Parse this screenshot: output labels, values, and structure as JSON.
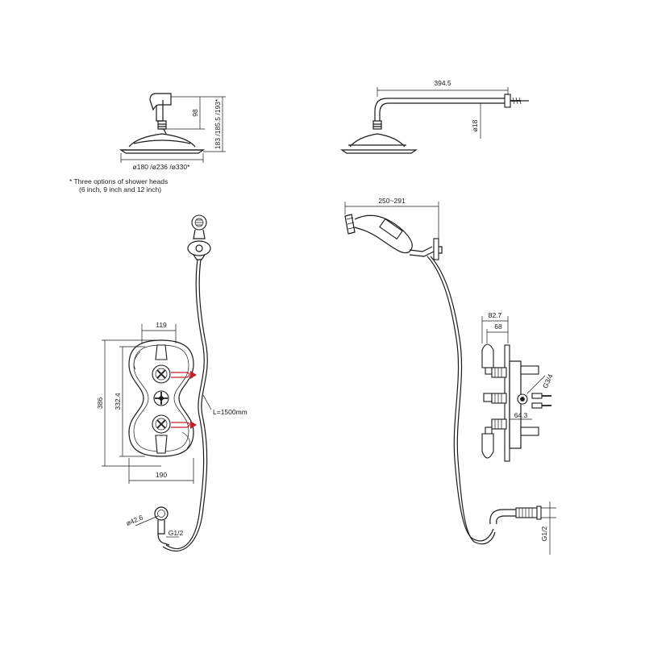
{
  "dimensions": {
    "rose_drop_height": "98",
    "rose_total_heights": "183 /185.5 /193*",
    "rose_diameters": "ø180 /ø236 /ø330*",
    "arm_length": "394.5",
    "arm_diameter": "ø18",
    "handset_holder_reach": "250~291",
    "valve_width_top": "119",
    "valve_height_outer": "386",
    "valve_height_inner": "332.4",
    "valve_width_bottom": "190",
    "hose_length": "L=1500mm",
    "outlet_diameter": "ø42.6",
    "outlet_thread": "G1/2",
    "valve_depth_total": "82.7",
    "valve_depth_body": "68",
    "valve_inlet_thread": "G3/4",
    "valve_depth_inlet": "64.3",
    "outlet_side_thread": "G1/2"
  },
  "notes": {
    "line1": "* Three options of shower heads",
    "line2": "(6 inch, 9 inch and 12 inch)"
  }
}
